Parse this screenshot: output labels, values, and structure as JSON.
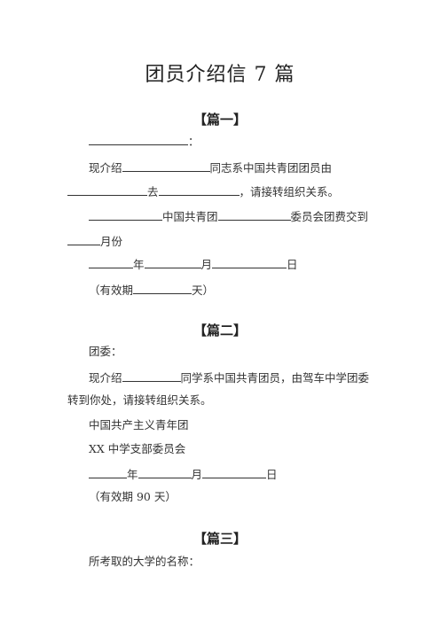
{
  "doc": {
    "title": "团员介绍信 7 篇"
  },
  "sections": [
    {
      "head": "【篇一】",
      "lines": {
        "l1_end": "：",
        "l2_a": "现介绍",
        "l2_b": "同志系中国共青团团员由",
        "l3_a": "去",
        "l3_b": "，请接转组织关系。",
        "l4_a": "中国共青团",
        "l4_b": "委员会团费交到",
        "l5_a": "月份",
        "l6_a": "年",
        "l6_b": "月",
        "l6_c": "日",
        "l7": "（有效期",
        "l7_b": "天）"
      }
    },
    {
      "head": "【篇二】",
      "lines": {
        "l1": "团委：",
        "l2_a": "现介绍",
        "l2_b": "同学系中国共青团员，由驾车中学团委",
        "l3": "转到你处，请接转组织关系。",
        "l4": "中国共产主义青年团",
        "l5": "XX 中学支部委员会",
        "l6_a": "年",
        "l6_b": "月",
        "l6_c": "日",
        "l7": "（有效期 90 天）"
      }
    },
    {
      "head": "【篇三】",
      "lines": {
        "l1": "所考取的大学的名称："
      }
    }
  ]
}
